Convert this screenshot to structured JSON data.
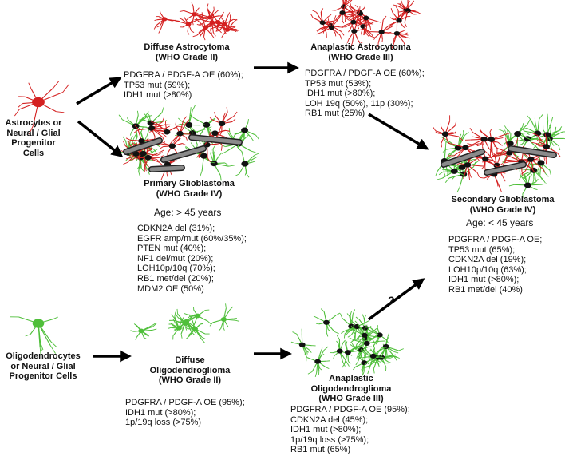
{
  "cells": {
    "astro_label": [
      "Astrocytes or",
      "Neural / Glial",
      "Progenitor Cells"
    ],
    "oligo_label": [
      "Oligodendrocytes",
      "or Neural / Glial",
      "Progenitor Cells"
    ]
  },
  "nodes": {
    "diffuse_astrocytoma": {
      "title": [
        "Diffuse Astrocytoma",
        "(WHO Grade II)"
      ],
      "markers": [
        "PDGFRA / PDGF-A OE (60%);",
        "TP53 mut (59%);",
        "IDH1 mut (>80%)"
      ]
    },
    "anaplastic_astrocytoma": {
      "title": [
        "Anaplastic Astrocytoma",
        "(WHO Grade III)"
      ],
      "markers": [
        "PDGFRA / PDGF-A OE (60%);",
        "TP53 mut (53%);",
        "IDH1 mut (>80%);",
        "LOH 19q (50%), 11p (30%);",
        "RB1 mut (25%)"
      ]
    },
    "primary_glioblastoma": {
      "title": [
        "Primary Glioblastoma",
        "(WHO Grade IV)"
      ],
      "age": "Age: > 45 years",
      "markers": [
        "CDKN2A del (31%);",
        "EGFR amp/mut (60%/35%);",
        "PTEN mut (40%);",
        "NF1 del/mut (20%);",
        "LOH10p/10q (70%);",
        "RB1 met/del (20%);",
        "MDM2 OE (50%)"
      ]
    },
    "secondary_glioblastoma": {
      "title": [
        "Secondary Glioblastoma",
        "(WHO Grade IV)"
      ],
      "age": "Age: < 45 years",
      "markers": [
        "PDGFRA / PDGF-A OE;",
        "TP53 mut (65%);",
        "CDKN2A del (19%);",
        "LOH10p/10q (63%);",
        "IDH1 mut (>80%);",
        "RB1 met/del (40%)"
      ]
    },
    "diffuse_oligodendroglioma": {
      "title": [
        "Diffuse",
        "Oligodendroglioma",
        "(WHO Grade II)"
      ],
      "markers": [
        "PDGFRA / PDGF-A OE (95%);",
        "IDH1 mut (>80%);",
        "1p/19q loss (>75%)"
      ]
    },
    "anaplastic_oligodendroglioma": {
      "title": [
        "Anaplastic",
        "Oligodendroglioma",
        "(WHO Grade III)"
      ],
      "markers": [
        "PDGFRA / PDGF-A OE (95%);",
        "CDKN2A del (45%);",
        "IDH1 mut (>80%);",
        "1p/19q loss (>75%);",
        "RB1 mut (65%)"
      ]
    }
  },
  "uncertain_label": "?",
  "colors": {
    "astrocyte": "#d42020",
    "oligodendrocyte": "#4fbf3a",
    "tumor_cell": "#111111",
    "vessel": "#8a8a8a",
    "arrow": "#000000"
  }
}
